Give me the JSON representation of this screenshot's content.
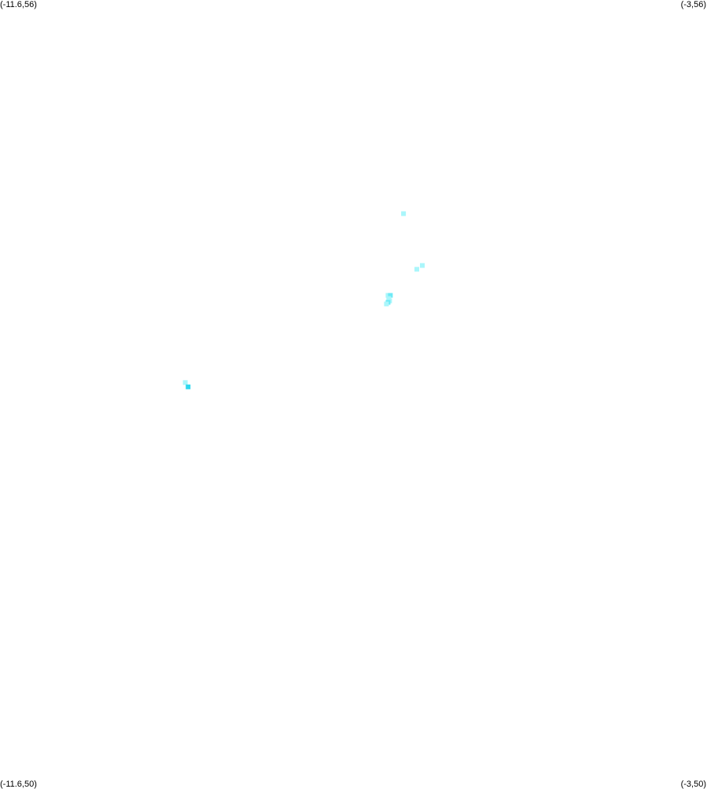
{
  "corners": {
    "top_left": "(-11.6,56)",
    "top_right": "(-3,56)",
    "bottom_left": "(-11.6,50)",
    "bottom_right": "(-3,50)"
  },
  "chart_data": {
    "type": "heatmap",
    "xlim": [
      -11.6,
      -3
    ],
    "ylim": [
      50,
      56
    ],
    "grid": false,
    "colors": {
      "light": "#aaf6fb",
      "medium": "#6eeaf6",
      "strong": "#2fd8ef"
    },
    "cells": [
      {
        "x": -6.692,
        "y": 54.369,
        "level": "light"
      },
      {
        "x": -6.463,
        "y": 53.973,
        "level": "light"
      },
      {
        "x": -6.53,
        "y": 53.944,
        "level": "light"
      },
      {
        "x": -6.88,
        "y": 53.745,
        "level": "light"
      },
      {
        "x": -6.851,
        "y": 53.745,
        "level": "medium"
      },
      {
        "x": -6.871,
        "y": 53.721,
        "level": "light"
      },
      {
        "x": -6.861,
        "y": 53.703,
        "level": "light"
      },
      {
        "x": -6.88,
        "y": 53.691,
        "level": "medium"
      },
      {
        "x": -6.899,
        "y": 53.679,
        "level": "light"
      },
      {
        "x": -9.346,
        "y": 53.079,
        "level": "light"
      },
      {
        "x": -9.312,
        "y": 53.046,
        "level": "strong"
      }
    ]
  }
}
